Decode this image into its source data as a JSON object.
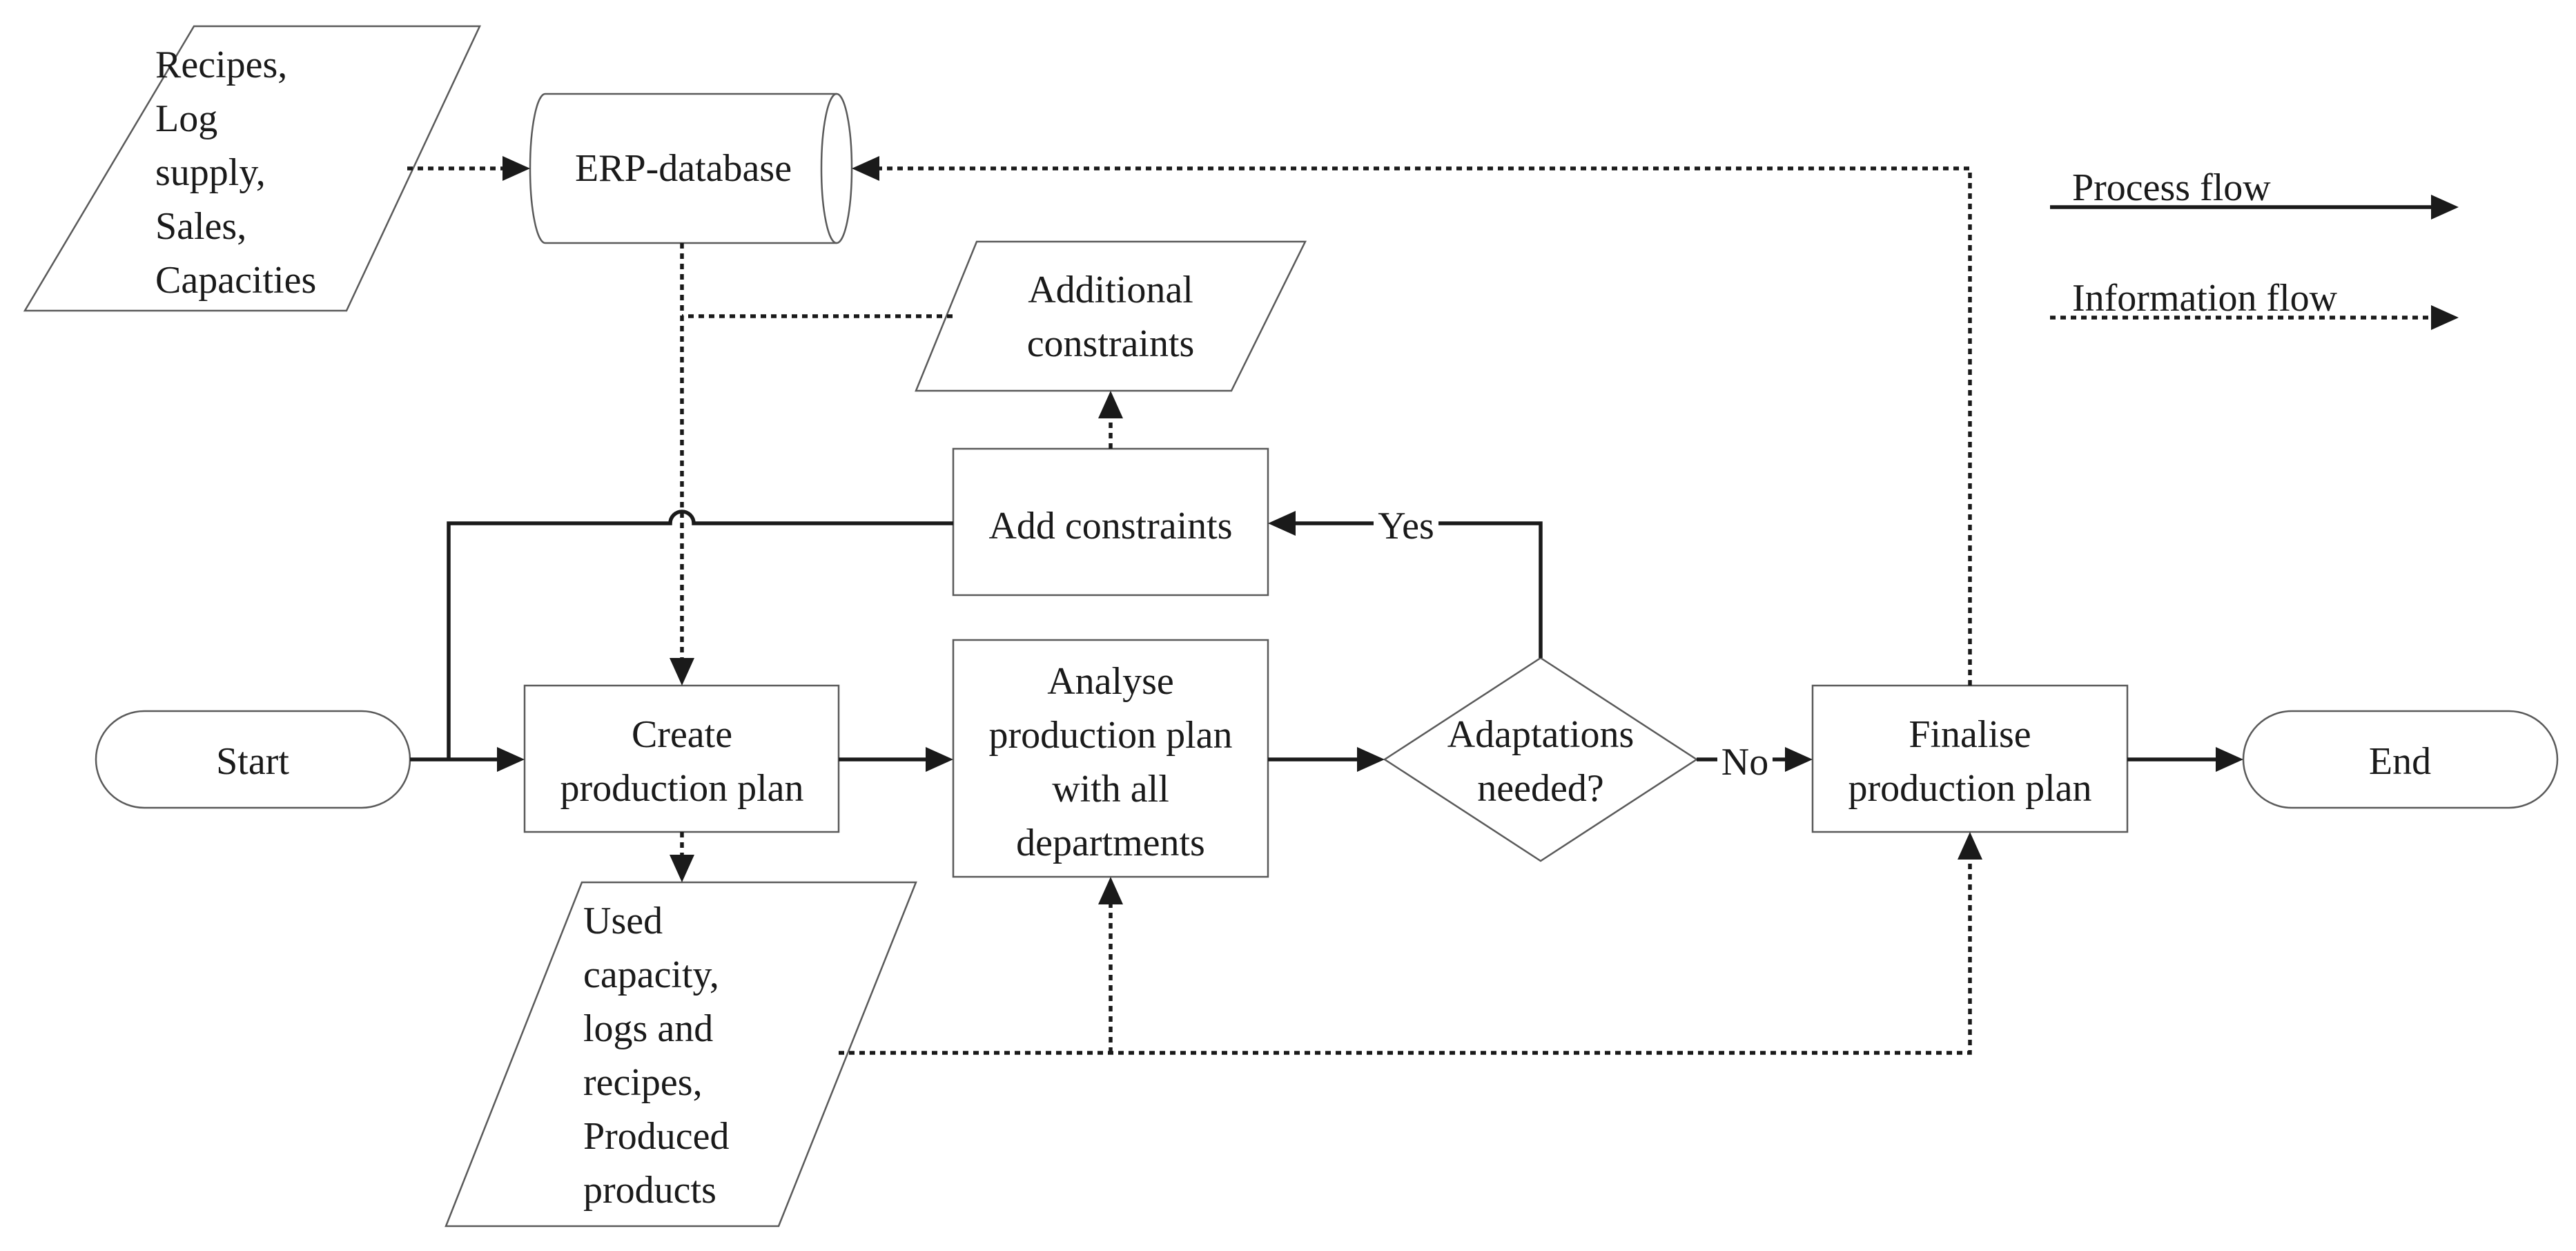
{
  "inputs": {
    "lines": [
      "Recipes,",
      "Log",
      "supply,",
      "Sales,",
      "Capacities"
    ]
  },
  "erp": {
    "label": "ERP-database"
  },
  "additional_constraints": {
    "lines": [
      "Additional",
      "constraints"
    ]
  },
  "add_constraints": {
    "label": "Add constraints"
  },
  "start": {
    "label": "Start"
  },
  "create_plan": {
    "lines": [
      "Create",
      "production plan"
    ]
  },
  "analyse_plan": {
    "lines": [
      "Analyse",
      "production plan",
      "with all",
      "departments"
    ]
  },
  "decision": {
    "lines": [
      "Adaptations",
      "needed?"
    ],
    "yes_label": "Yes",
    "no_label": "No"
  },
  "finalise_plan": {
    "lines": [
      "Finalise",
      "production plan"
    ]
  },
  "end": {
    "label": "End"
  },
  "outputs": {
    "lines": [
      "Used",
      "capacity,",
      "logs and",
      "recipes,",
      "Produced",
      "products"
    ]
  },
  "legend": {
    "process_flow": "Process flow",
    "information_flow": "Information flow"
  }
}
